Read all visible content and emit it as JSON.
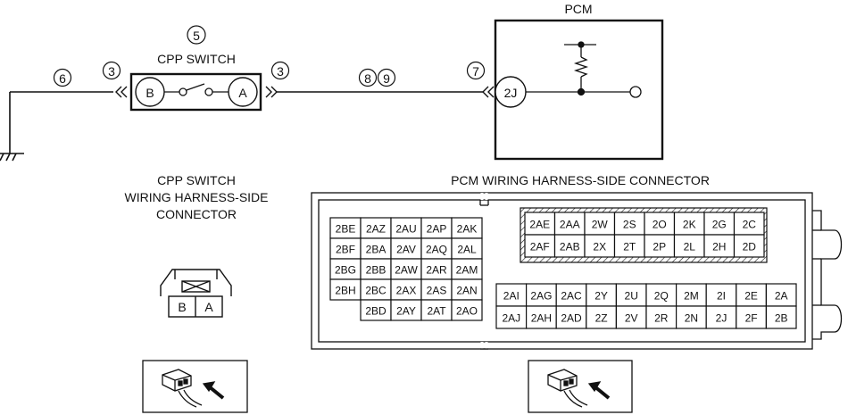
{
  "circuit": {
    "callouts": {
      "c5": "5",
      "c6": "6",
      "c3_left": "3",
      "c3_right": "3",
      "c8": "8",
      "c9": "9",
      "c7": "7"
    },
    "cpp_switch_title": "CPP SWITCH",
    "cpp_terminal_b": "B",
    "cpp_terminal_a": "A",
    "pcm_title": "PCM",
    "pcm_terminal": "2J"
  },
  "cpp_connector": {
    "title_line1": "CPP SWITCH",
    "title_line2": "WIRING HARNESS-SIDE",
    "title_line3": "CONNECTOR",
    "pins": [
      "B",
      "A"
    ]
  },
  "pcm_connector": {
    "title": "PCM WIRING HARNESS-SIDE CONNECTOR",
    "left_block": [
      [
        "2BE",
        "2AZ",
        "2AU",
        "2AP",
        "2AK"
      ],
      [
        "2BF",
        "2BA",
        "2AV",
        "2AQ",
        "2AL"
      ],
      [
        "2BG",
        "2BB",
        "2AW",
        "2AR",
        "2AM"
      ],
      [
        "2BH",
        "2BC",
        "2AX",
        "2AS",
        "2AN"
      ],
      [
        "",
        "2BD",
        "2AY",
        "2AT",
        "2AO"
      ]
    ],
    "right_top_block": [
      [
        "2AE",
        "2AA",
        "2W",
        "2S",
        "2O",
        "2K",
        "2G",
        "2C"
      ],
      [
        "2AF",
        "2AB",
        "2X",
        "2T",
        "2P",
        "2L",
        "2H",
        "2D"
      ]
    ],
    "right_bottom_block": [
      [
        "2AI",
        "2AG",
        "2AC",
        "2Y",
        "2U",
        "2Q",
        "2M",
        "2I",
        "2E",
        "2A"
      ],
      [
        "2AJ",
        "2AH",
        "2AD",
        "2Z",
        "2V",
        "2R",
        "2N",
        "2J",
        "2F",
        "2B"
      ]
    ]
  }
}
